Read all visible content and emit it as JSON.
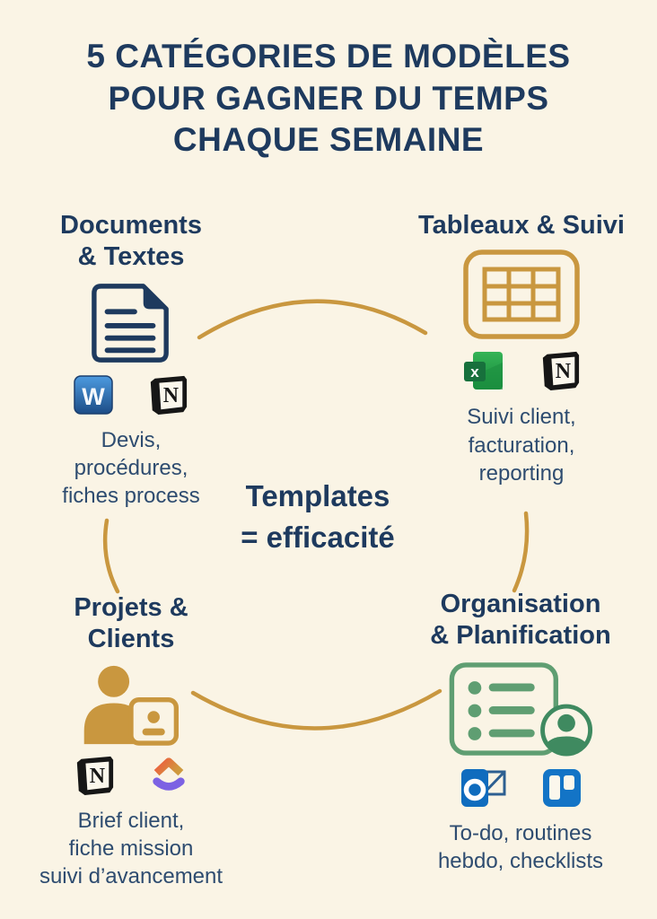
{
  "title": "5 CATÉGORIES DE MODÈLES\nPOUR GAGNER DU TEMPS\nCHAQUE SEMAINE",
  "center_text": "Templates\n= efficacité",
  "categories": [
    {
      "heading": "Documents\n& Textes",
      "caption": "Devis,\nprocédures,\nfiches process",
      "main_icon": "document-icon",
      "app_icons": [
        "word-icon",
        "notion-icon"
      ]
    },
    {
      "heading": "Tableaux & Suivi",
      "caption": "Suivi client,\nfacturation,\nreporting",
      "main_icon": "table-icon",
      "app_icons": [
        "excel-icon",
        "notion-icon"
      ]
    },
    {
      "heading": "Projets &\nClients",
      "caption": "Brief client,\nfiche mission\nsuivi d’avancement",
      "main_icon": "person-badge-icon",
      "app_icons": [
        "notion-icon",
        "clickup-icon"
      ]
    },
    {
      "heading": "Organisation\n& Planification",
      "caption": "To-do, routines\nhebdo, checklists",
      "main_icon": "checklist-person-icon",
      "app_icons": [
        "outlook-icon",
        "trello-icon"
      ]
    }
  ],
  "app_letters": {
    "word": "W",
    "notion": "N",
    "excel": "x"
  },
  "colors": {
    "background": "#faf4e5",
    "navy": "#1e3a5e",
    "caption_navy": "#2e4c70",
    "gold": "#c9973f",
    "green_outline": "#5f9e72",
    "green_dark": "#3f8a60",
    "word_blue": "#2d6fb4",
    "excel_green": "#27a847",
    "excel_badge": "#17703c",
    "outlook_blue": "#0f6cbe",
    "trello_blue": "#1374c6",
    "clickup_orange": "#ef5b3e",
    "clickup_purple": "#7c62e3",
    "notion_black": "#161616"
  }
}
